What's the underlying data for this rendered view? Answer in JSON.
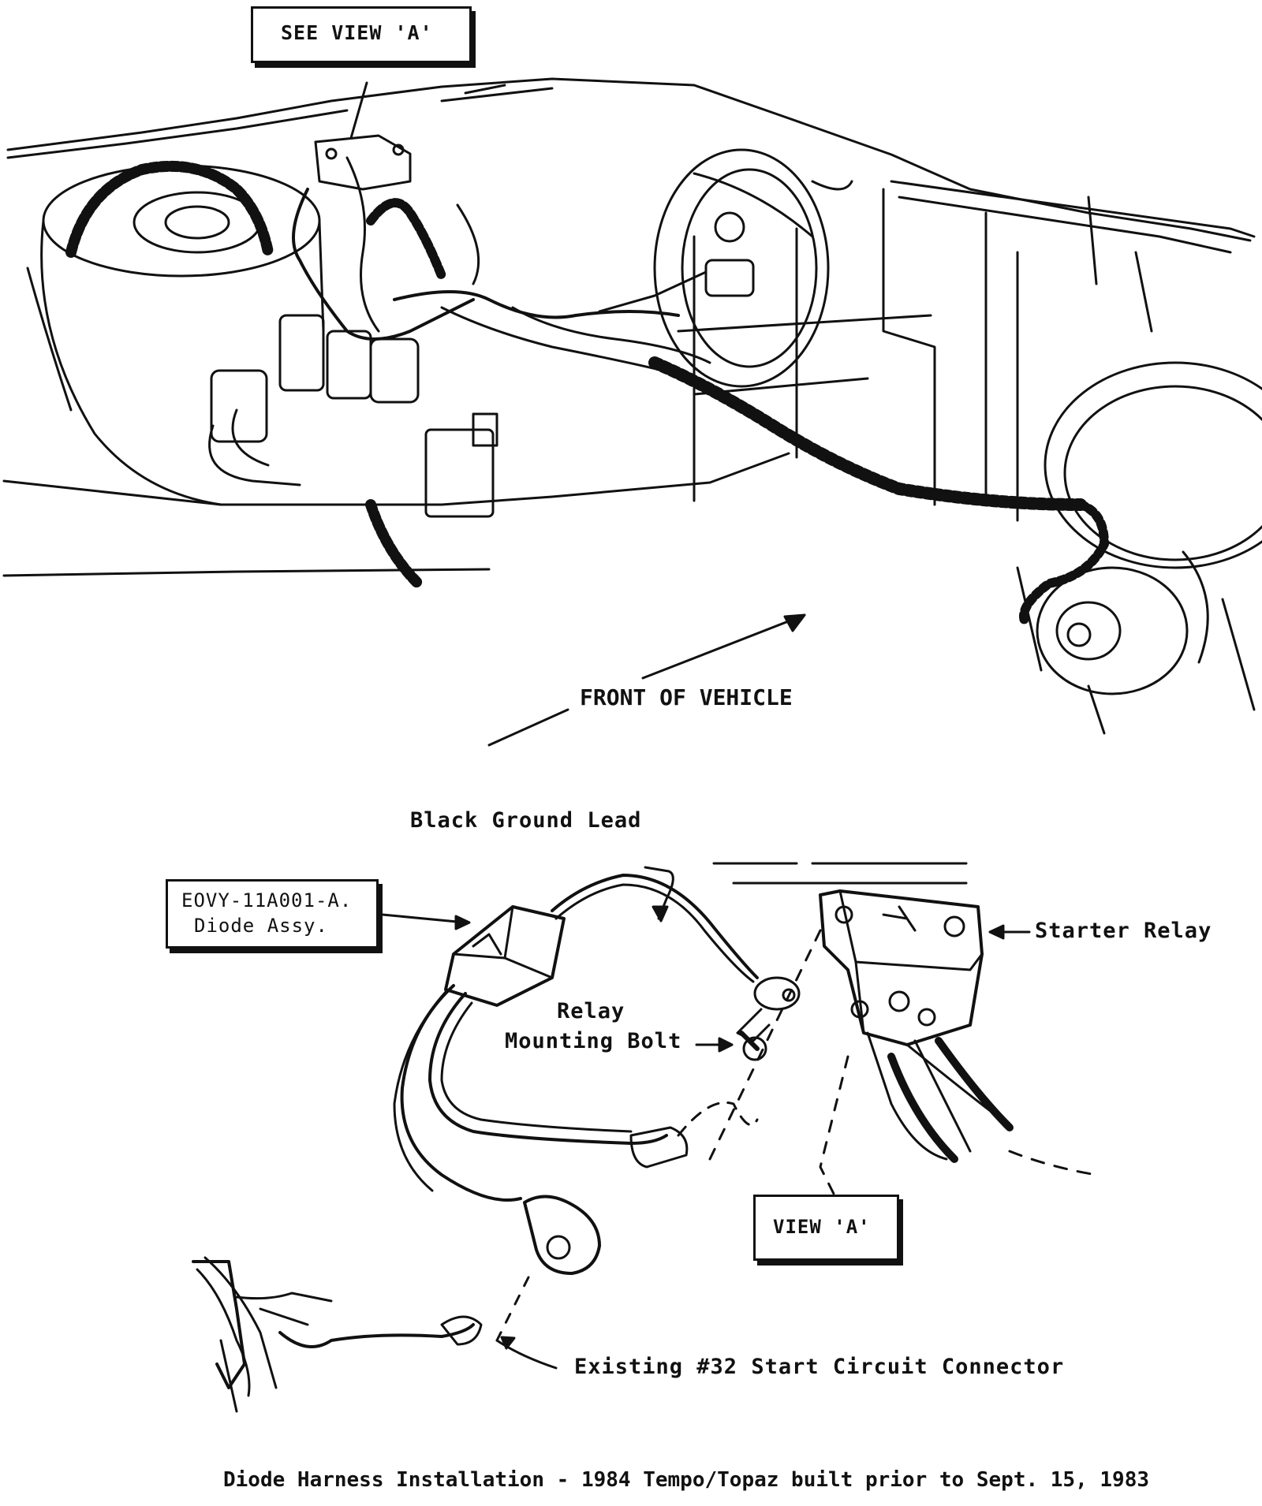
{
  "labels": {
    "see_view_a": "SEE VIEW 'A'",
    "front_of_vehicle": "FRONT OF VEHICLE",
    "black_ground_lead": "Black Ground Lead",
    "part_number": "EOVY-11A001-A.",
    "diode_assy": "Diode Assy.",
    "starter_relay": "Starter Relay",
    "relay_mounting_bolt_1": "Relay",
    "relay_mounting_bolt_2": "Mounting Bolt",
    "view_a": "VIEW 'A'",
    "existing_connector": "Existing #32 Start Circuit Connector",
    "caption": "Diode Harness Installation - 1984 Tempo/Topaz built prior to Sept. 15, 1983"
  },
  "colors": {
    "ink": "#111111",
    "paper": "#ffffff"
  }
}
